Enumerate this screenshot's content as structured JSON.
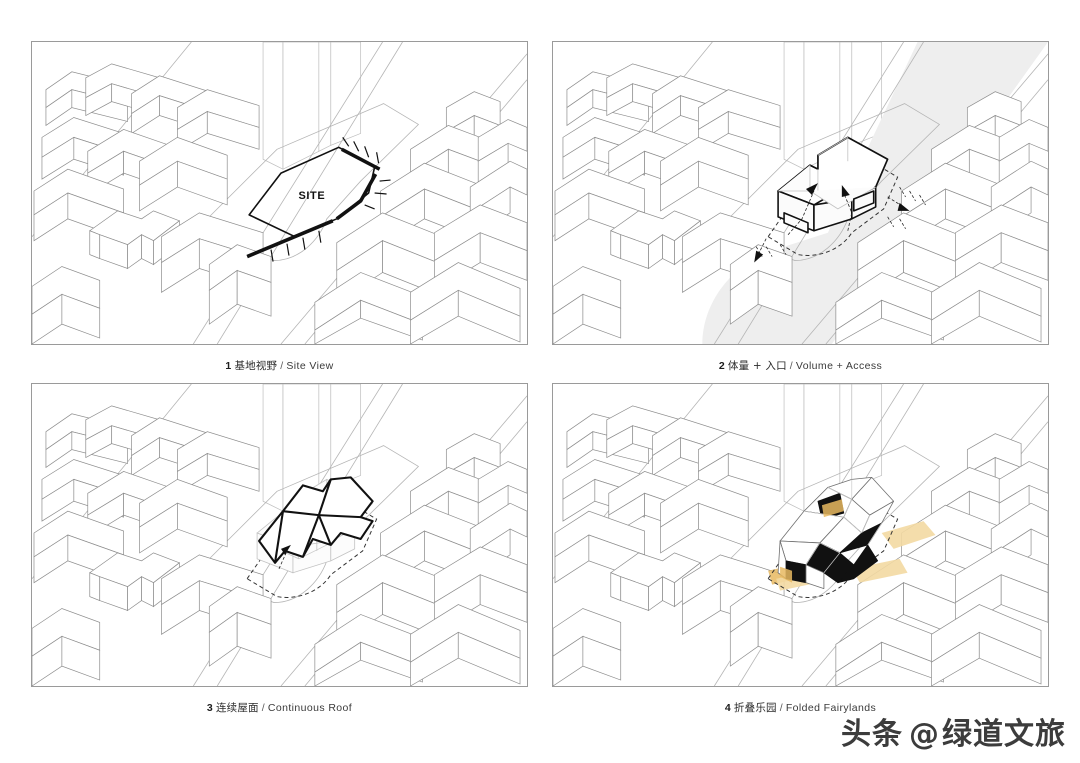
{
  "sheet": {
    "title": "Architectural Concept Diagram Sheet",
    "background_color": "#ffffff",
    "layout": "2x2 grid of axonometric site diagrams"
  },
  "panels": [
    {
      "number": "1",
      "caption_cn": "基地视野",
      "caption_separator": "/",
      "caption_en": "Site View",
      "site_label": "SITE",
      "description": "Axonometric urban block with highlighted site polygon and street-edge hatch marks"
    },
    {
      "number": "2",
      "caption_cn": "体量 + 入口",
      "caption_separator": "/",
      "caption_en": "Volume + Access",
      "site_label": "",
      "description": "Extruded building volume on site with dashed access arrows and grey street band"
    },
    {
      "number": "3",
      "caption_cn": "连续屋面",
      "caption_separator": "/",
      "caption_en": "Continuous Roof",
      "site_label": "",
      "description": "Folded continuous roof outline drawn in heavy black over ghosted volume"
    },
    {
      "number": "4",
      "caption_cn": "折叠乐园",
      "caption_separator": "/",
      "caption_en": "Folded Fairylands",
      "site_label": "",
      "description": "Faceted folded massing with black void facets and amber ground plane patches"
    }
  ],
  "watermark": {
    "brand": "头条",
    "at": "@",
    "handle": "绿道文旅"
  },
  "colors": {
    "panel_border": "#9a9a9a",
    "context_stroke": "#8d8d8d",
    "site_outline": "#111111",
    "road_band": "#eeeeee",
    "accent_amber": "#e8b860",
    "accent_amber_light": "#f3d9a2",
    "void_black": "#111111",
    "caption_text": "#3a3a3a"
  }
}
